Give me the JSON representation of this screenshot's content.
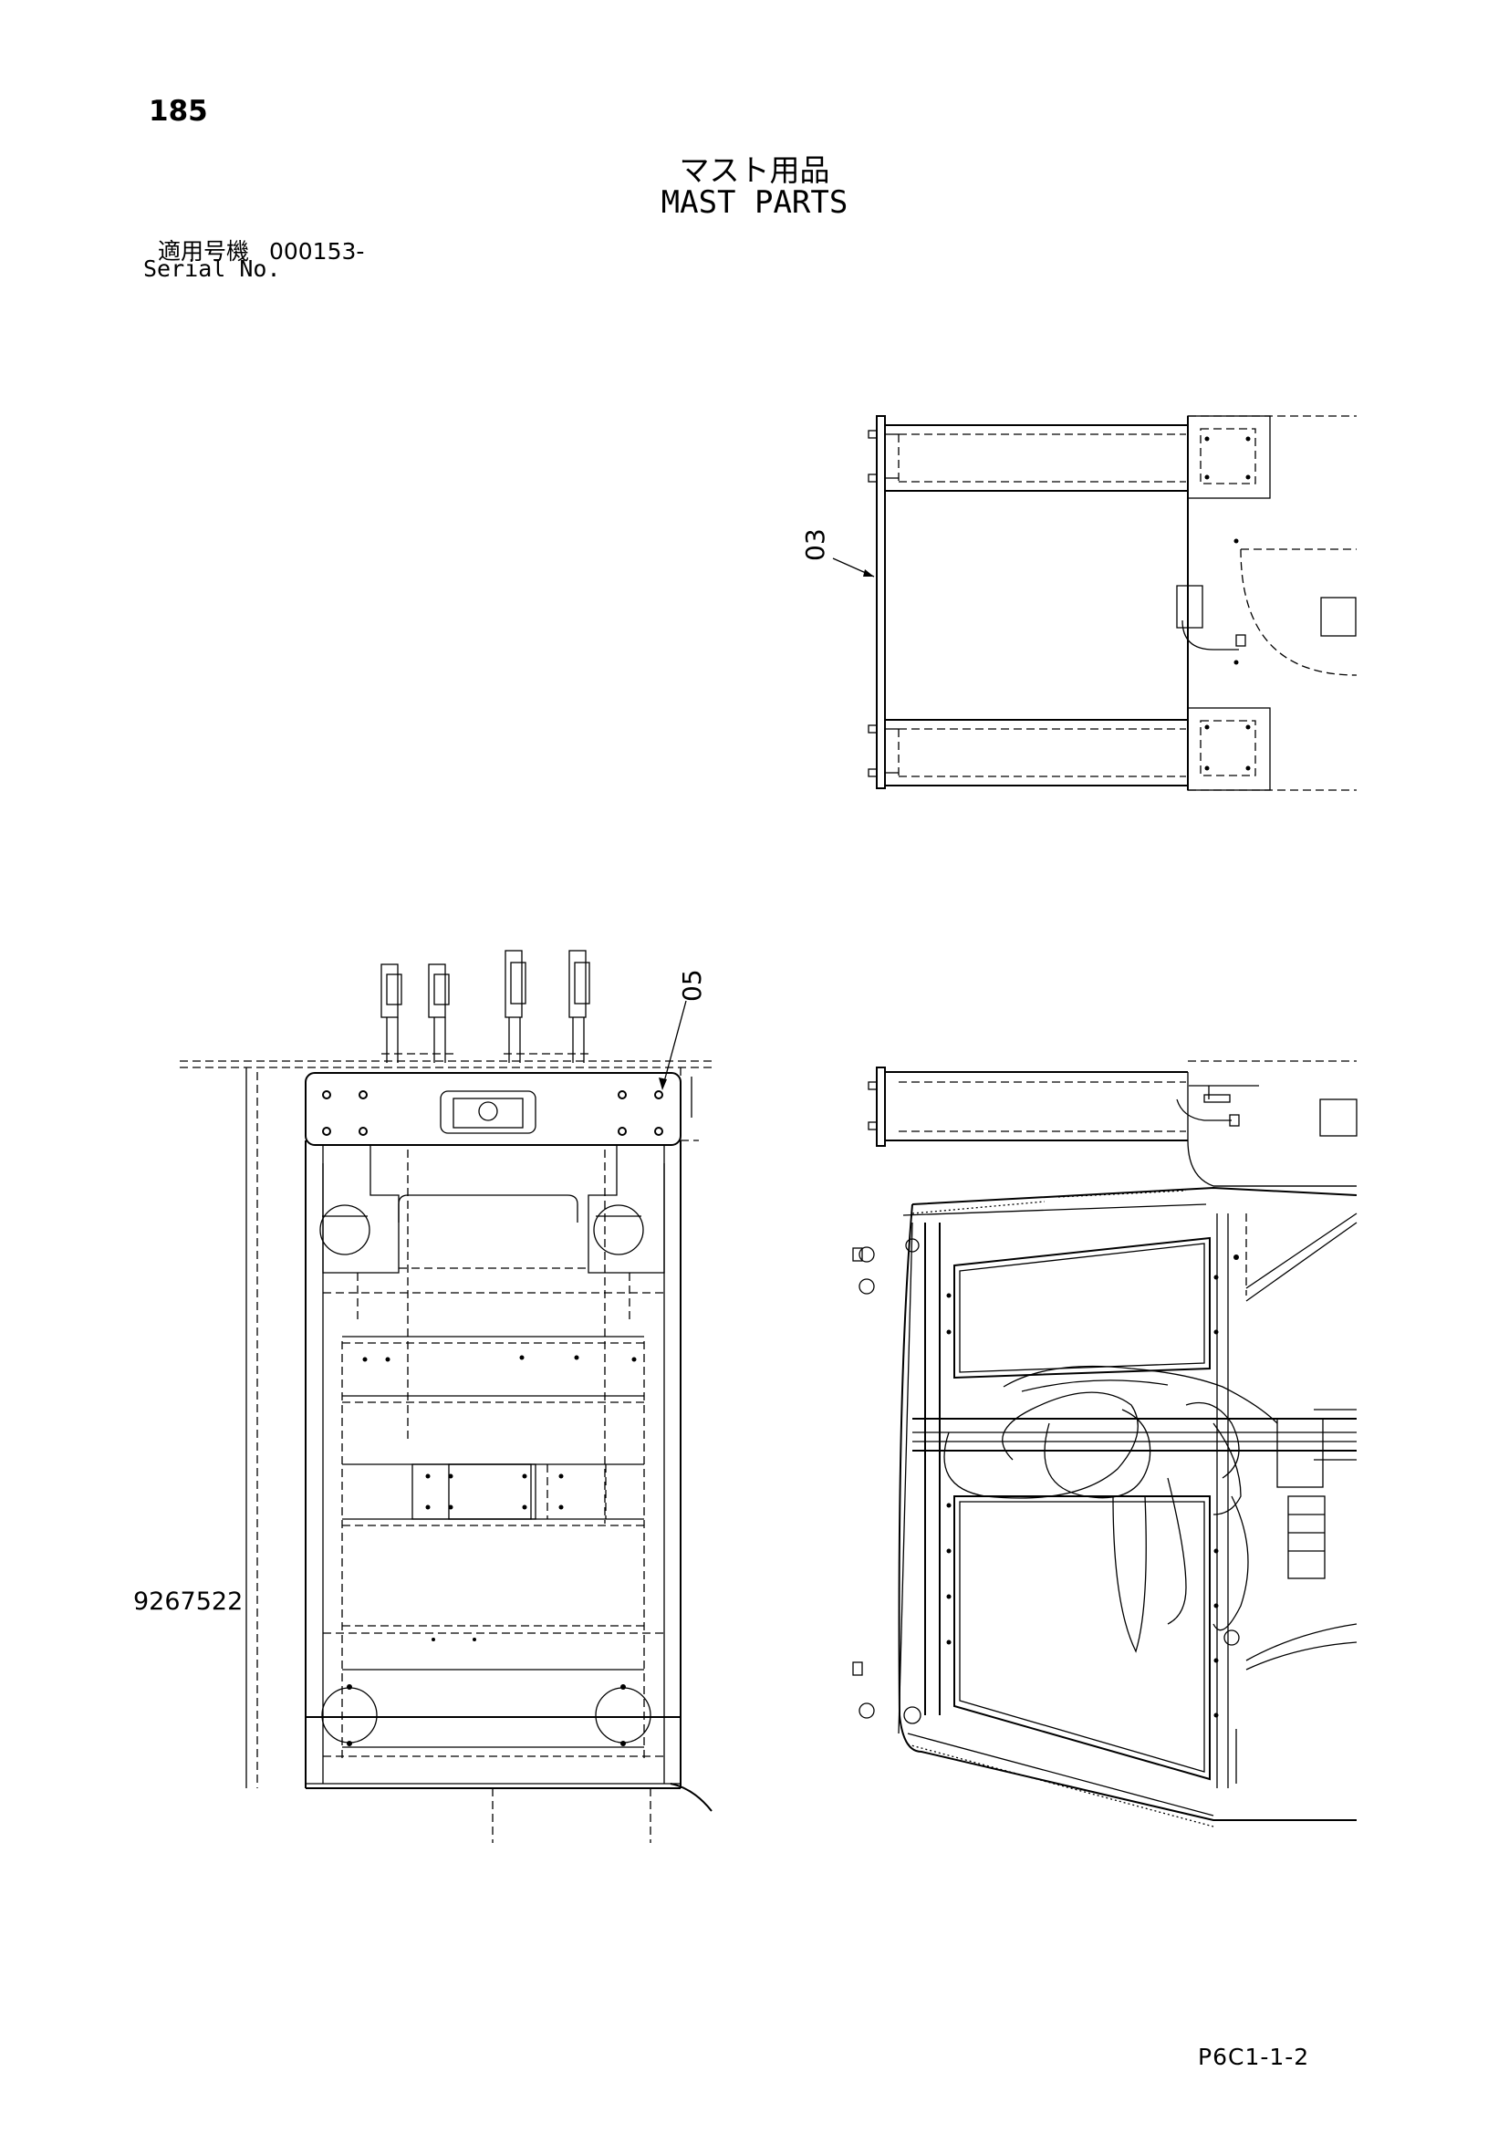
{
  "header": {
    "page_number": "185",
    "title_jp": "マスト用品",
    "title_en": "MAST PARTS",
    "serial_label_jp": "適用号機",
    "serial_value": "000153-",
    "serial_label_en": "Serial No."
  },
  "callouts": [
    {
      "id": "03"
    },
    {
      "id": "05"
    }
  ],
  "footer": {
    "drawing_number": "9267522",
    "sheet_code": "P6C1-1-2"
  }
}
